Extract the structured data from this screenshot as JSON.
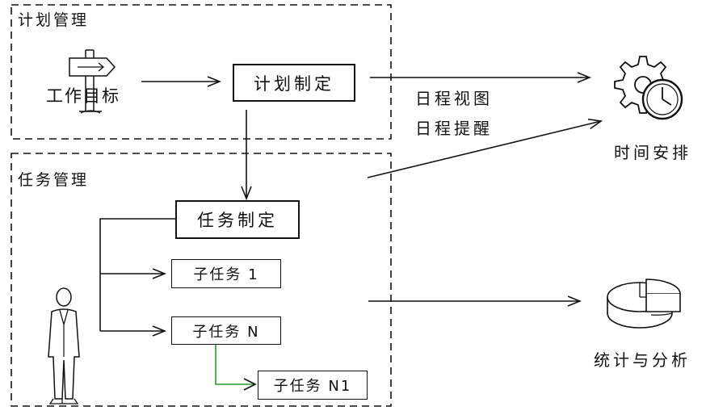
{
  "groups": {
    "plan": {
      "title": "计划管理"
    },
    "task": {
      "title": "任务管理"
    }
  },
  "nodes": {
    "work_goal": "工作目标",
    "plan_make": "计划制定",
    "task_make": "任务制定",
    "subtask_1": "子任务 1",
    "subtask_n": "子任务 N",
    "subtask_n1": "子任务 N1"
  },
  "annotations": {
    "schedule_view": "日程视图",
    "schedule_remind": "日程提醒"
  },
  "outputs": {
    "time_arrangement": "时间安排",
    "stats_analysis": "统计与分析"
  },
  "icons": {
    "signpost": "signpost-icon",
    "person": "person-icon",
    "gear_clock": "gear-clock-icon",
    "pie_chart": "pie-chart-icon"
  },
  "colors": {
    "stroke": "#111111",
    "green_connector": "#2e9a2e"
  }
}
